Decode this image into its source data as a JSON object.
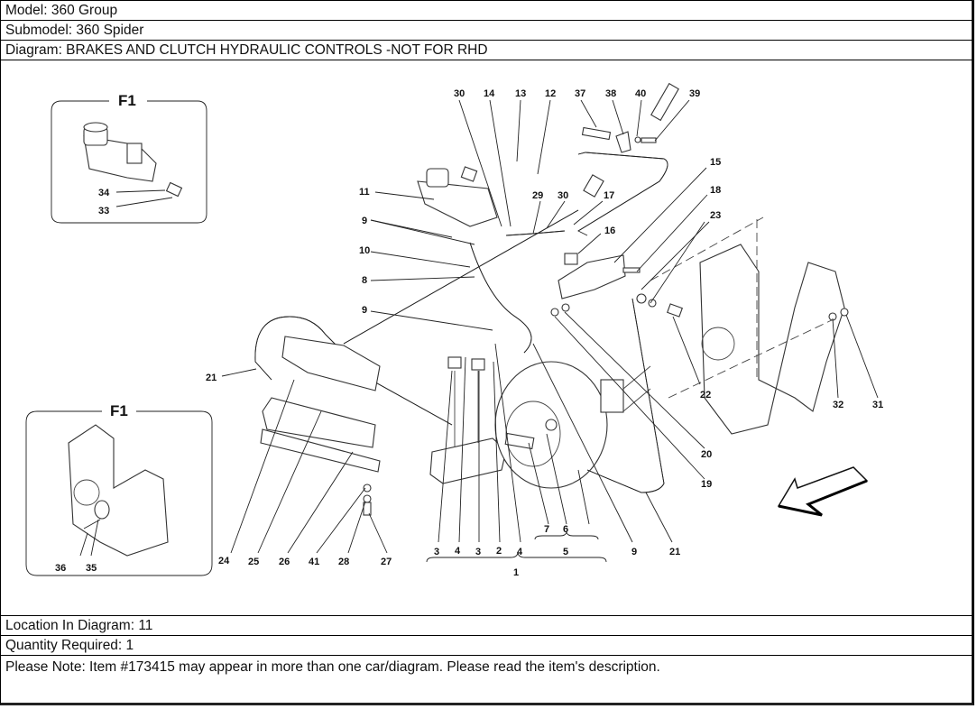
{
  "header": {
    "model": "Model: 360 Group",
    "submodel": "Submodel: 360 Spider",
    "diagram": "Diagram: BRAKES AND CLUTCH HYDRAULIC CONTROLS -NOT FOR RHD"
  },
  "diagram": {
    "inset_top_title": "F1",
    "inset_bottom_title": "F1",
    "callouts": {
      "c30a": "30",
      "c14": "14",
      "c13": "13",
      "c12": "12",
      "c37": "37",
      "c38": "38",
      "c40": "40",
      "c39": "39",
      "c11": "11",
      "c29": "29",
      "c30b": "30",
      "c17": "17",
      "c15": "15",
      "c18": "18",
      "c23": "23",
      "c16": "16",
      "c9a": "9",
      "c10": "10",
      "c8": "8",
      "c9b": "9",
      "c21a": "21",
      "c22": "22",
      "c32": "32",
      "c31": "31",
      "c20": "20",
      "c19": "19",
      "c34": "34",
      "c33": "33",
      "c36": "36",
      "c35": "35",
      "c24": "24",
      "c25": "25",
      "c26": "26",
      "c41": "41",
      "c28": "28",
      "c27": "27",
      "c3a": "3",
      "c4a": "4",
      "c3b": "3",
      "c2": "2",
      "c4b": "4",
      "c7": "7",
      "c6": "6",
      "c5": "5",
      "c1": "1",
      "c9c": "9",
      "c21b": "21"
    }
  },
  "footer": {
    "location": "Location In Diagram: 11",
    "quantity": "Quantity Required: 1",
    "note": "Please Note: Item #173415 may appear in more than one car/diagram. Please read the item's description."
  }
}
